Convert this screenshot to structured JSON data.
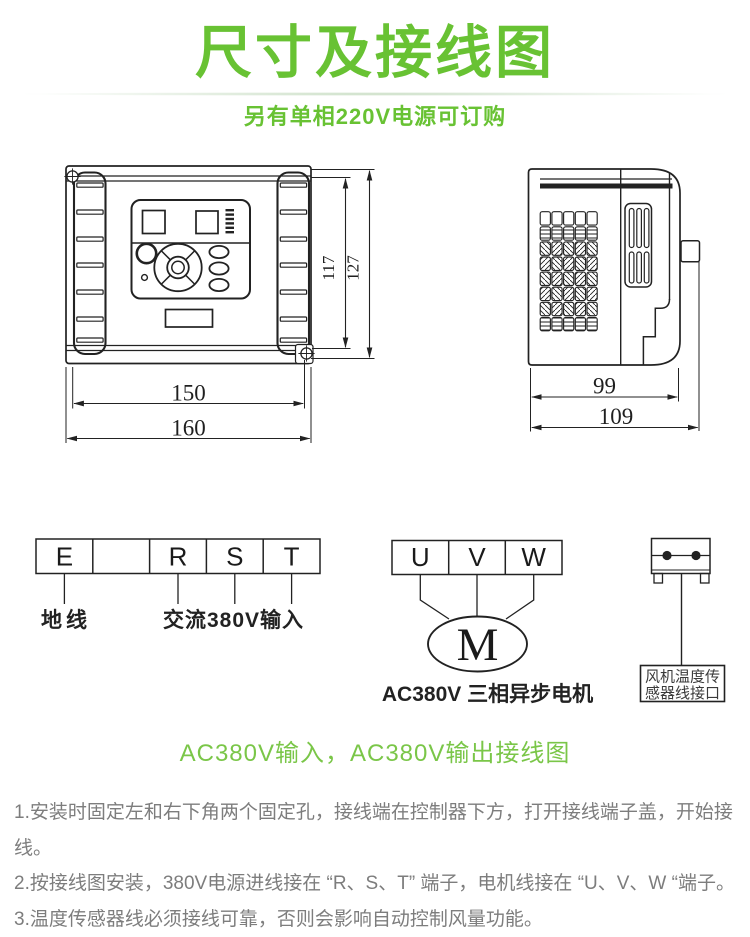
{
  "header": {
    "title": "尺寸及接线图",
    "subtitle": "另有单相220V电源可订购"
  },
  "dimensions": {
    "front_view": {
      "inner_height": "117",
      "outer_height": "127",
      "inner_width": "150",
      "outer_width": "160"
    },
    "side_view": {
      "inner_depth": "99",
      "outer_depth": "109"
    }
  },
  "wiring": {
    "input_terminals": [
      "E",
      "",
      "R",
      "S",
      "T"
    ],
    "ground_label": "地线",
    "input_label": "交流380V输入",
    "output_terminals": [
      "U",
      "V",
      "W"
    ],
    "motor_symbol": "M",
    "motor_label": "AC380V 三相异步电机",
    "sensor_label_line1": "风机温度传",
    "sensor_label_line2": "感器线接口",
    "caption": "AC380V输入，AC380V输出接线图"
  },
  "notes": {
    "line1": "1.安装时固定左和右下角两个固定孔，接线端在控制器下方，打开接线端子盖，开始接线。",
    "line2": "2.按接线图安装，380V电源进线接在 “R、S、T” 端子，电机线接在 “U、V、W “端子。",
    "line3": "3.温度传感器线必须接线可靠，否则会影响自动控制风量功能。"
  },
  "colors": {
    "accent_green": "#68c233",
    "caption_green": "#7ac648",
    "note_gray": "#7d7d7d",
    "line_color": "#222222"
  }
}
